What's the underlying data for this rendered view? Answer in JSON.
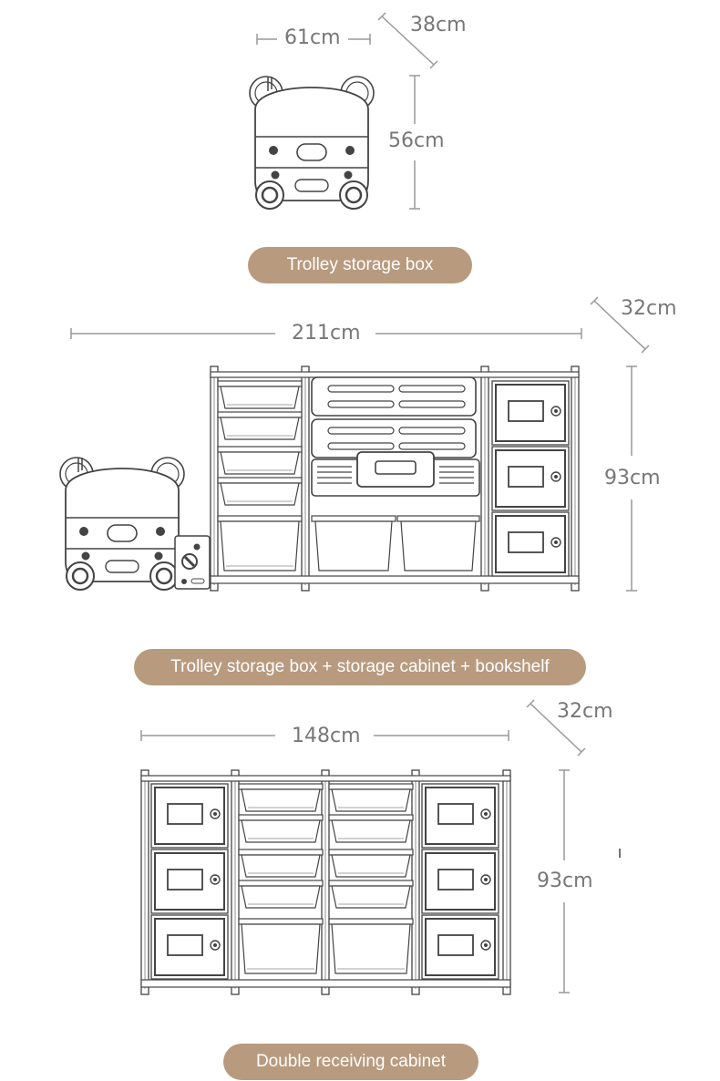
{
  "section1": {
    "width_label": "61cm",
    "depth_label": "38cm",
    "height_label": "56cm",
    "caption": "Trolley storage box"
  },
  "section2": {
    "width_label": "211cm",
    "depth_label": "32cm",
    "height_label": "93cm",
    "caption": "Trolley storage box + storage cabinet + bookshelf"
  },
  "section3": {
    "width_label": "148cm",
    "depth_label": "32cm",
    "height_label": "93cm",
    "caption": "Double receiving cabinet"
  },
  "colors": {
    "line": "#444444",
    "dim_line": "#999999",
    "pill_bg": "#b89a7e",
    "pill_text": "#ffffff"
  }
}
